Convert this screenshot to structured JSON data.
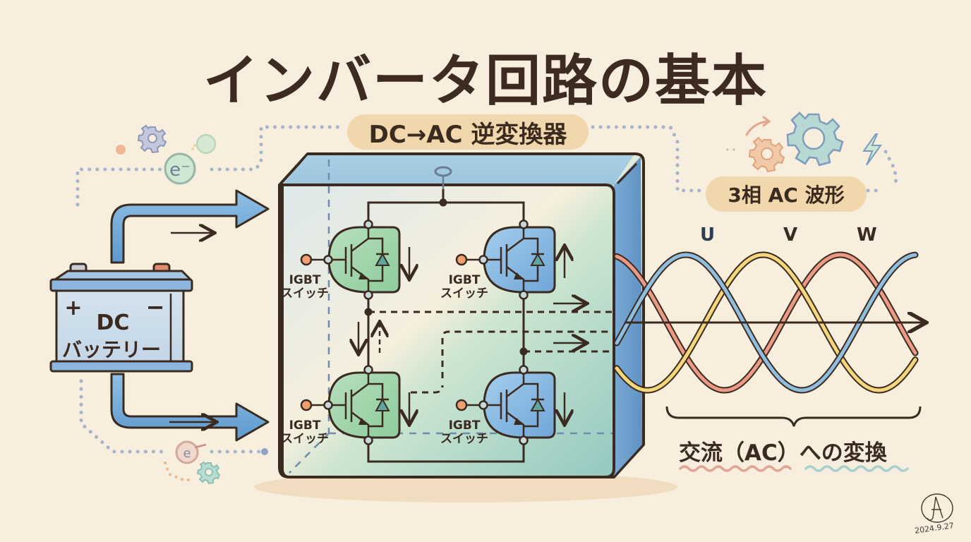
{
  "title": "インバータ回路の基本",
  "inverter_label": "DC→AC 逆変換器",
  "output_label": "3相 AC 波形",
  "phases": [
    {
      "name": "U",
      "color": "#8fbfe0"
    },
    {
      "name": "V",
      "color": "#f4d77a"
    },
    {
      "name": "W",
      "color": "#ec9a86"
    }
  ],
  "battery": {
    "plus": "+",
    "minus": "−",
    "line1": "DC",
    "line2": "バッテリー"
  },
  "switches": [
    {
      "line1": "IGBT",
      "line2": "スイッチ",
      "position": "top-left",
      "color": "green",
      "direction": "down"
    },
    {
      "line1": "IGBT",
      "line2": "スイッチ",
      "position": "top-right",
      "color": "blue",
      "direction": "up"
    },
    {
      "line1": "IGBT",
      "line2": "スイッチ",
      "position": "bottom-left",
      "color": "green",
      "direction": "down"
    },
    {
      "line1": "IGBT",
      "line2": "スイッチ",
      "position": "bottom-right",
      "color": "blue",
      "direction": "down"
    }
  ],
  "ac_conversion_label": "交流（AC）への変換",
  "electron_symbol": "e⁻",
  "signature": {
    "date": "2024.9.27"
  },
  "colors": {
    "background": "#f7eedd",
    "ink": "#3b2a20",
    "pill": "#f1d7ac",
    "blue": "#8fbfe0",
    "green": "#a8d8b0",
    "orange": "#f0a070"
  }
}
